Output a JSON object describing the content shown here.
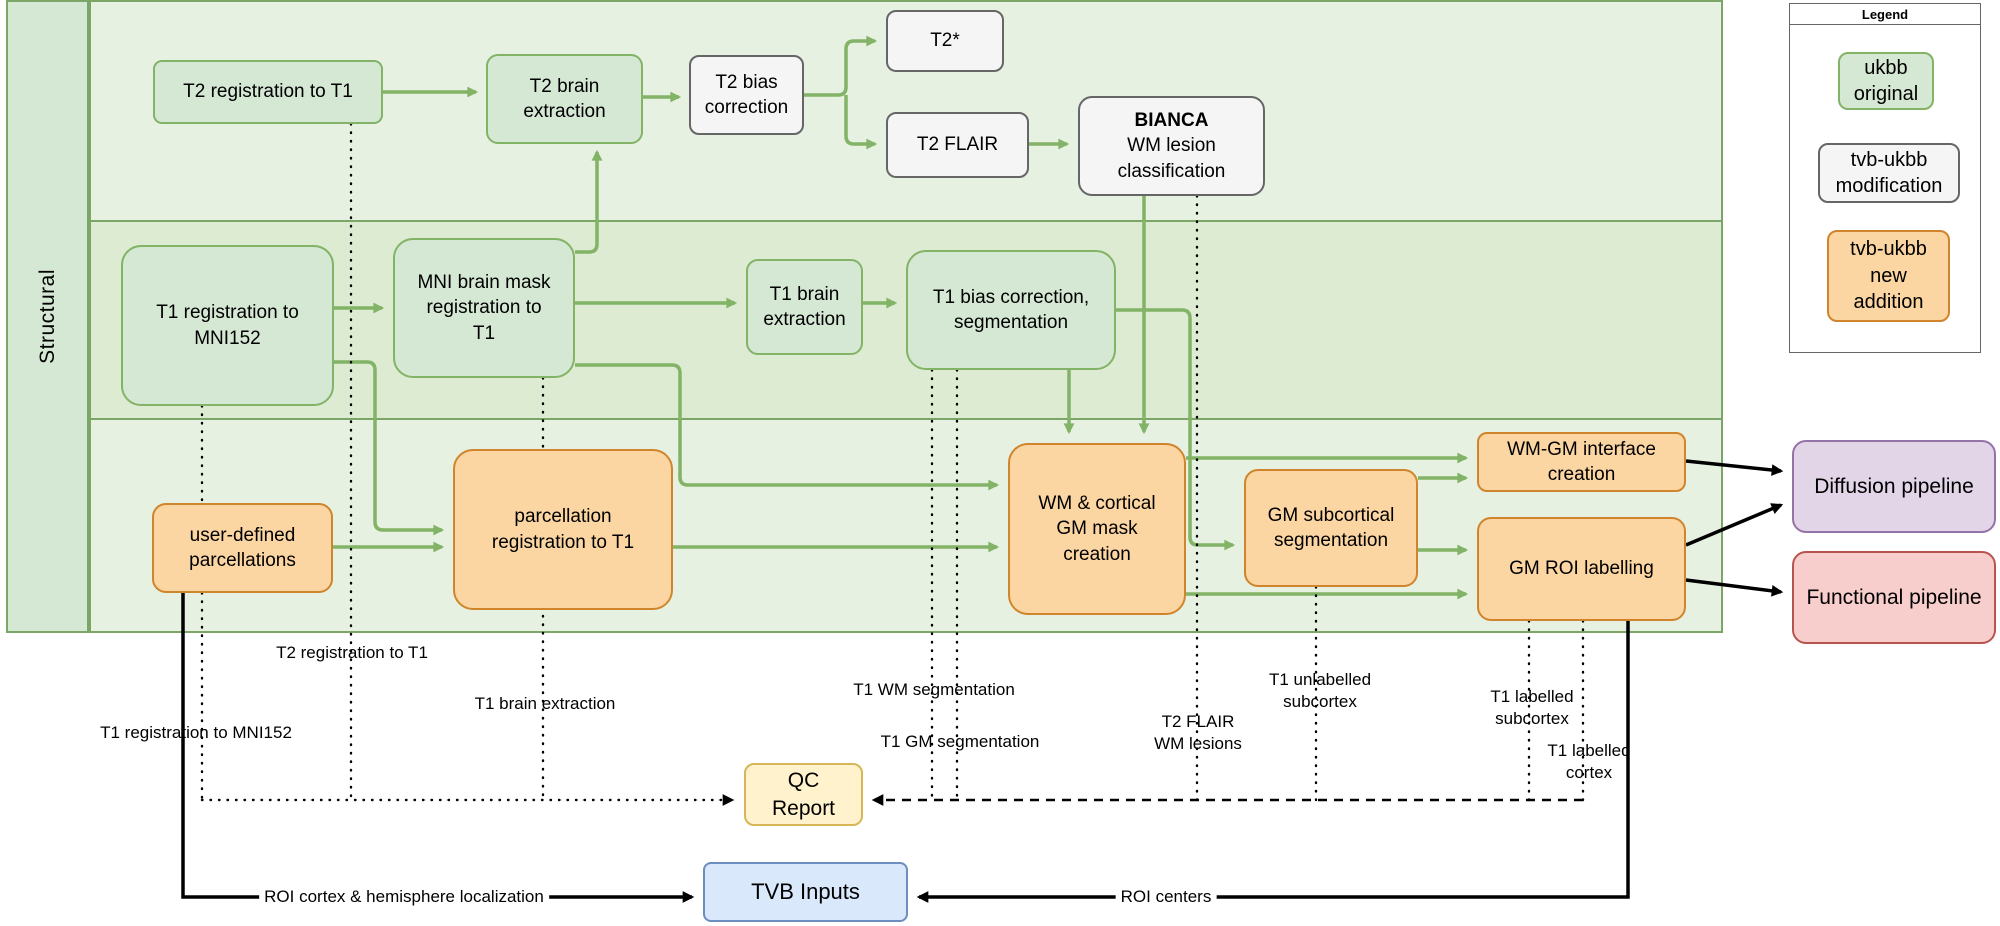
{
  "sidebar": {
    "label": "Structural"
  },
  "nodes": {
    "t2reg": {
      "label": "T2 registration to T1"
    },
    "t2be": {
      "label": "T2 brain\nextraction"
    },
    "t2bias": {
      "label": "T2 bias\ncorrection"
    },
    "t2star": {
      "label": "T2*"
    },
    "t2flair": {
      "label": "T2 FLAIR"
    },
    "bianca": {
      "title": "BIANCA",
      "label": "WM lesion\nclassification"
    },
    "t1reg": {
      "label": "T1 registration to\nMNI152"
    },
    "mnimask": {
      "label": "MNI brain mask\nregistration to\nT1"
    },
    "t1be": {
      "label": "T1 brain\nextraction"
    },
    "t1bias": {
      "label": "T1 bias correction,\nsegmentation"
    },
    "userdef": {
      "label": "user-defined\nparcellations"
    },
    "parc": {
      "label": "parcellation\nregistration to T1"
    },
    "wmmask": {
      "label": "WM & cortical\nGM mask\ncreation"
    },
    "gmsubcort": {
      "label": "GM subcortical\nsegmentation"
    },
    "wmgm": {
      "label": "WM-GM interface\ncreation"
    },
    "gmroi": {
      "label": "GM ROI labelling"
    },
    "diffusion": {
      "label": "Diffusion pipeline"
    },
    "functional": {
      "label": "Functional pipeline"
    },
    "qc": {
      "label": "QC Report"
    },
    "tvb": {
      "label": "TVB Inputs"
    }
  },
  "legend": {
    "title": "Legend",
    "green_item": "ukbb\noriginal",
    "gray_item": "tvb-ukbb\nmodification",
    "orange_item": "tvb-ukbb\nnew\naddition"
  },
  "edge_labels": {
    "t2_reg_t1": "T2 registration to T1",
    "t1_brain_ext": "T1 brain extraction",
    "t1_reg_mni": "T1 registration to MNI152",
    "t1_wm_seg": "T1 WM segmentation",
    "t1_gm_seg": "T1 GM segmentation",
    "t2_flair_wm": "T2 FLAIR\nWM lesions",
    "t1_unlab_sub": "T1 unlabelled\nsubcortex",
    "t1_lab_sub": "T1 labelled\nsubcortex",
    "t1_lab_cor": "T1 labelled\ncortex",
    "roi_cortex": "ROI cortex & hemisphere localization",
    "roi_centers": "ROI centers"
  },
  "colors": {
    "ukbb_original_fill": "#d5e8d4",
    "ukbb_original_stroke": "#82b366",
    "tvb_modification_fill": "#f5f5f5",
    "tvb_modification_stroke": "#666666",
    "tvb_new_addition_fill": "#fbd5a2",
    "tvb_new_addition_stroke": "#d0852c",
    "diffusion_fill": "#e1d5e7",
    "diffusion_stroke": "#9673a6",
    "functional_fill": "#f8cecc",
    "functional_stroke": "#b85450",
    "qc_fill": "#fff2cc",
    "qc_stroke": "#d6b656",
    "tvb_inputs_fill": "#dae8fc",
    "tvb_inputs_stroke": "#6c8ebf",
    "arrow_green": "#82b366",
    "arrow_black": "#000000",
    "band_light": "#e7f1e1",
    "band_dark": "#dcebd1"
  }
}
